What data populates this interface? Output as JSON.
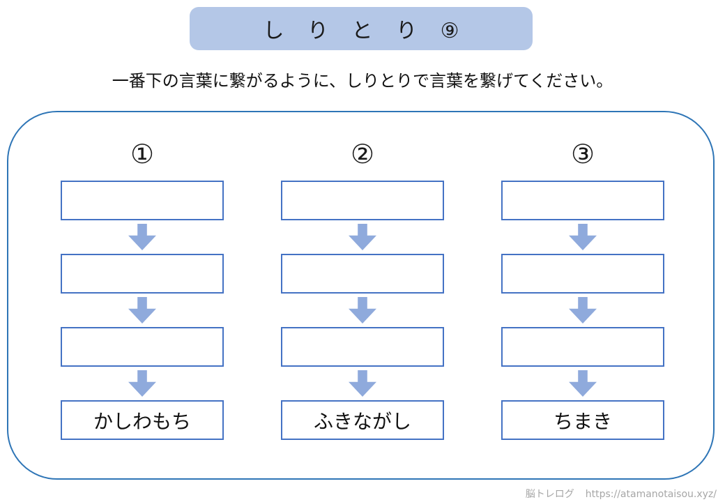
{
  "title": "し り と り ⑨",
  "instruction": "一番下の言葉に繋がるように、しりとりで言葉を繋げてください。",
  "columns": [
    {
      "number": "①",
      "answer": "かしわもち"
    },
    {
      "number": "②",
      "answer": "ふきながし"
    },
    {
      "number": "③",
      "answer": "ちまき"
    }
  ],
  "footer": {
    "site_name": "脳トレログ",
    "url": "https://atamanotaisou.xyz/"
  },
  "colors": {
    "title_background": "#b4c7e7",
    "frame_border": "#2e75b6",
    "box_border": "#4472c4",
    "arrow_fill": "#8faadc",
    "footer_text": "#a6a6a6",
    "text": "#111111"
  }
}
